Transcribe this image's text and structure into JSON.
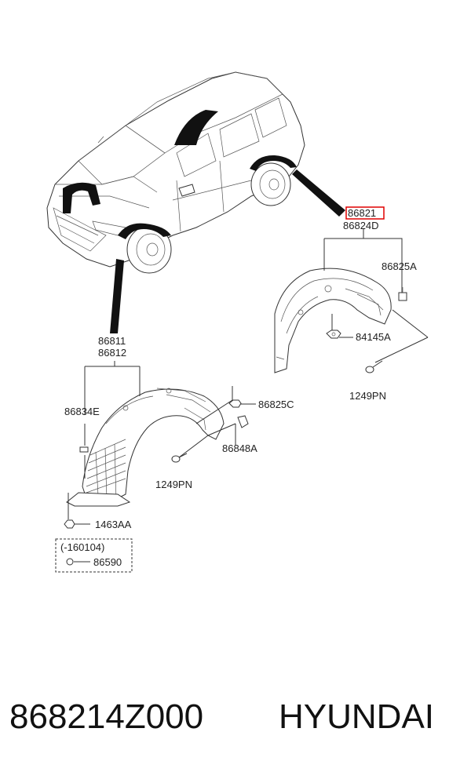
{
  "diagram": {
    "labels": {
      "front_main": "86811",
      "front_main2": "86812",
      "rear_main_highlight": "86821",
      "rear_main2": "86824D",
      "rear_clip": "86825A",
      "rear_nut": "84145A",
      "rear_screw": "1249PN",
      "front_clip_side": "86834E",
      "front_clip_nut": "86825C",
      "front_bracket": "86848A",
      "front_screw": "1249PN",
      "front_bolt": "1463AA",
      "box_date": "(-160104)",
      "box_part": "86590"
    },
    "highlight_color": "#e00000"
  },
  "footer": {
    "part_number": "868214Z000",
    "brand": "HYUNDAI"
  }
}
